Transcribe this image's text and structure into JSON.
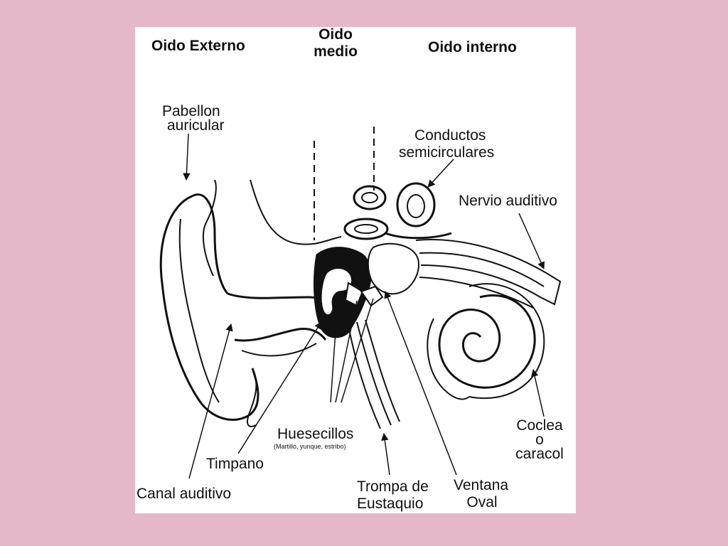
{
  "colors": {
    "background": "#e4b8c9",
    "panel": "#ffffff",
    "ink": "#111111"
  },
  "sections": {
    "outer": "Oido Externo",
    "middle_line1": "Oido",
    "middle_line2": "medio",
    "inner": "Oido interno"
  },
  "labels": {
    "pinna_line1": "Pabellon",
    "pinna_line2": "auricular",
    "semicircular_line1": "Conductos",
    "semicircular_line2": "semicirculares",
    "auditory_nerve": "Nervio auditivo",
    "ossicles": "Huesecillos",
    "ossicles_detail": "(Martillo, yunque, estribo)",
    "eardrum": "Timpano",
    "ear_canal": "Canal auditivo",
    "eustachian_line1": "Trompa de",
    "eustachian_line2": "Eustaquio",
    "oval_window_line1": "Ventana",
    "oval_window_line2": "Oval",
    "cochlea_line1": "Coclea",
    "cochlea_line2": "o",
    "cochlea_line3": "caracol"
  }
}
